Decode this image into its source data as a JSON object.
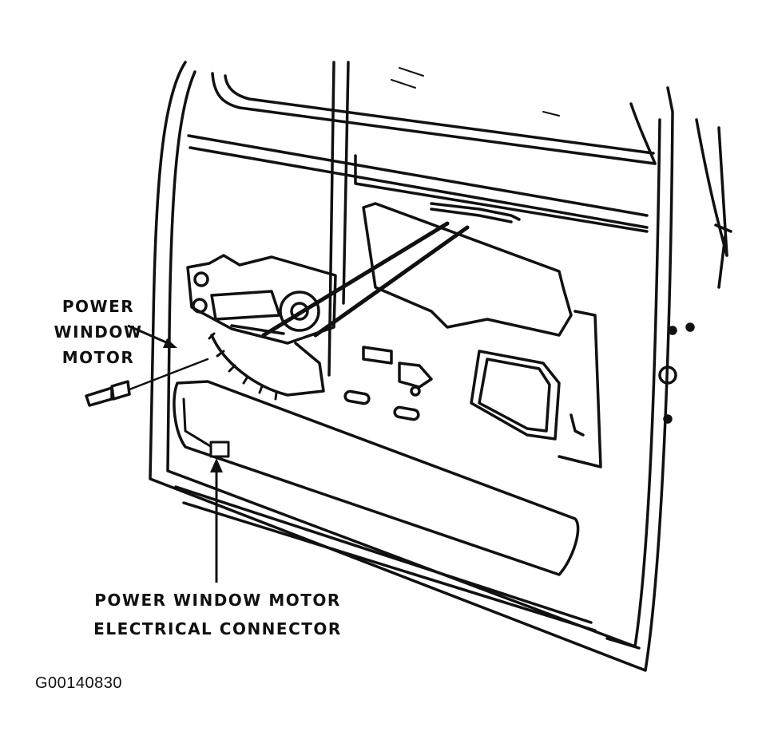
{
  "labels": {
    "motor": {
      "line1": "POWER",
      "line2": "WINDOW",
      "line3": "MOTOR"
    },
    "connector": {
      "line1": "POWER WINDOW MOTOR",
      "line2": "ELECTRICAL CONNECTOR"
    }
  },
  "figure_id": "G00140830",
  "colors": {
    "ink": "#111111",
    "background": "#ffffff"
  }
}
